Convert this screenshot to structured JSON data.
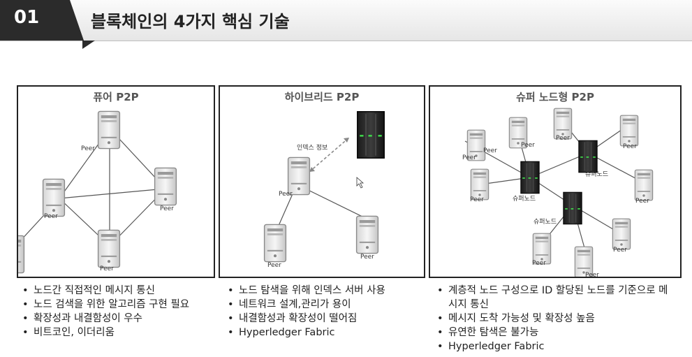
{
  "header": {
    "number": "01",
    "title": "블록체인의 4가지 핵심 기술"
  },
  "panels": [
    {
      "title": "퓨어 P2P",
      "peer_label": "Peer",
      "bullets": [
        "노드간 직접적인 메시지 통신",
        "노드 검색을 위한 알고리즘 구현 필요",
        "확장성과 내결함성이 우수",
        "비트코인, 이더리움"
      ]
    },
    {
      "title": "하이브리드 P2P",
      "peer_label": "Peer",
      "index_label": "인덱스 정보",
      "bullets": [
        "노드 탐색을 위해 인덱스 서버 사용",
        "네트워크 설계,관리가 용이",
        "내결함성과 확장성이 떨어짐",
        "Hyperledger Fabric"
      ]
    },
    {
      "title": "슈퍼 노드형 P2P",
      "peer_label": "Peer",
      "supernode_label": "슈퍼노드",
      "bullets": [
        "계층적 노드 구성으로 ID 할당된 노드를 기준으로 메시지 통신",
        "메시지 도착 가능성 및 확장성 높음",
        "유연한 탐색은 불가능",
        "Hyperledger Fabric"
      ]
    }
  ]
}
